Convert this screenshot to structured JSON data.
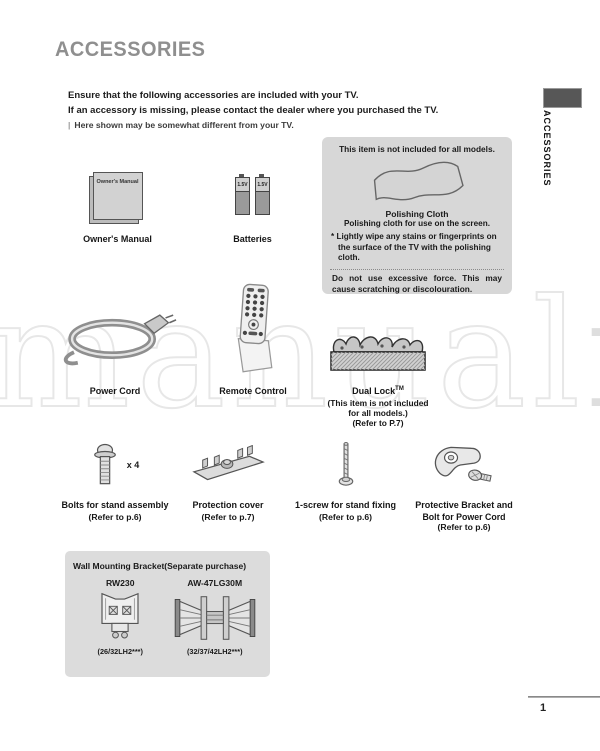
{
  "colors": {
    "title": "#8f8f8f",
    "box_bg": "#d7d7d7",
    "wall_box_bg": "#dcdcdc",
    "tab_bg": "#575757",
    "watermark": "#e7e7e7"
  },
  "page": {
    "title": "ACCESSORIES",
    "side_label": "ACCESSORIES",
    "page_number": "1",
    "watermark_outline": "manual",
    "watermark_solid": "i"
  },
  "intro": {
    "line1": "Ensure that the following accessories are included with your TV.",
    "line2": "If an accessory is missing, please contact the dealer where you purchased the TV.",
    "note_bullet": "|",
    "note": "Here shown may be somewhat different from your TV."
  },
  "polish_box": {
    "header": "This item is not included for all models.",
    "name": "Polishing Cloth",
    "desc": "Polishing cloth for use on the screen.",
    "tip": "* Lightly wipe any stains or fingerprints on the surface of the TV with the polishing cloth.",
    "warning": "Do not use excessive force. This may cause scratching or discolouration."
  },
  "accessories": {
    "owners_manual": {
      "label": "Owner's Manual",
      "cover_text": "Owner's Manual"
    },
    "batteries": {
      "label": "Batteries",
      "voltage": "1.5V"
    },
    "power_cord": {
      "label": "Power Cord"
    },
    "remote": {
      "label": "Remote Control"
    },
    "dual_lock": {
      "name": "Dual Lock",
      "tm": "TM",
      "note_line1": "(This item is not included",
      "note_line2": "for all models.)",
      "refer": "(Refer to P.7)"
    },
    "bolts": {
      "label": "Bolts for stand assembly",
      "refer": "(Refer to p.6)",
      "qty": "x 4"
    },
    "protection_cover": {
      "label": "Protection cover",
      "refer": "(Refer to p.7)"
    },
    "screw": {
      "label": "1-screw for stand fixing",
      "refer": "(Refer to p.6)"
    },
    "protective_bracket": {
      "label_line1": "Protective Bracket and",
      "label_line2": "Bolt for Power Cord",
      "refer": "(Refer to p.6)"
    }
  },
  "wall_box": {
    "title": "Wall Mounting Bracket(Separate purchase)",
    "models": [
      {
        "name": "RW230",
        "size": "(26/32LH2***)"
      },
      {
        "name": "AW-47LG30M",
        "size": "(32/37/42LH2***)"
      }
    ]
  }
}
